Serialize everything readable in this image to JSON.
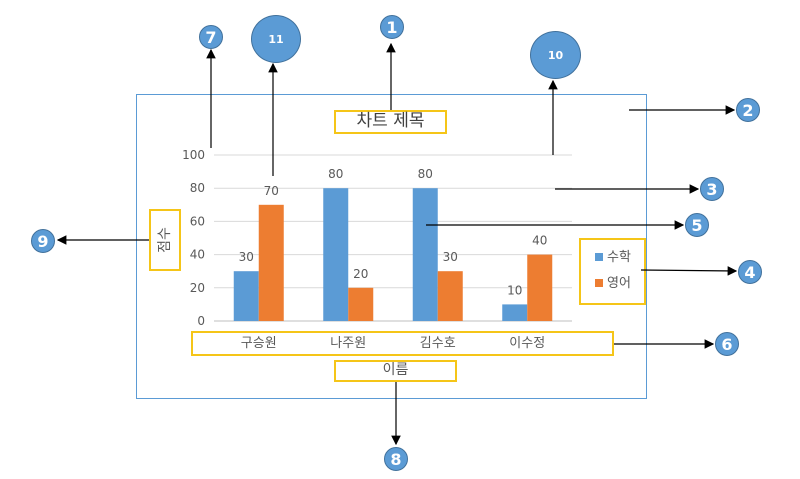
{
  "chart_data": {
    "type": "bar",
    "title": "차트 제목",
    "xlabel": "이름",
    "ylabel": "점수",
    "categories": [
      "구승원",
      "나주원",
      "김수호",
      "이수정"
    ],
    "series": [
      {
        "name": "수학",
        "values": [
          30,
          80,
          80,
          10
        ],
        "color": "#5b9bd5"
      },
      {
        "name": "영어",
        "values": [
          70,
          20,
          30,
          40
        ],
        "color": "#ed7d31"
      }
    ],
    "ylim": [
      0,
      100
    ],
    "yticks": [
      0,
      20,
      40,
      60,
      80,
      100
    ],
    "grid": true,
    "legend_position": "right"
  },
  "callouts": [
    "1",
    "2",
    "3",
    "4",
    "5",
    "6",
    "7",
    "8",
    "9"
  ],
  "big_callouts": [
    "11",
    "10"
  ],
  "colors": {
    "accent": "#5b9bd5",
    "highlight_box": "#f5c518",
    "grid": "#d9d9d9",
    "text": "#595959"
  }
}
